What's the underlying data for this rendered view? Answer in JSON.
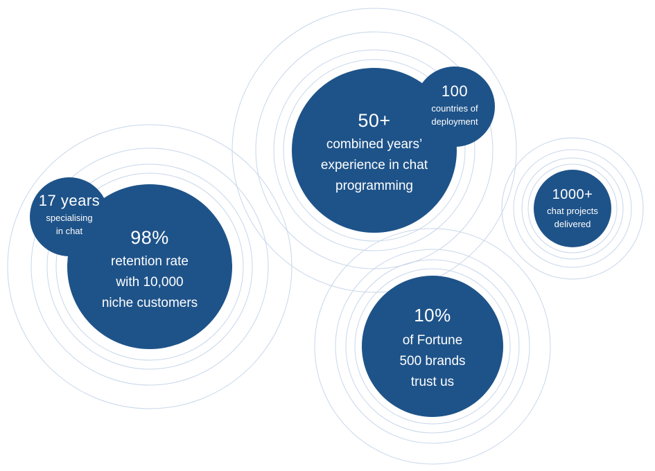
{
  "colors": {
    "circle_fill": "#1e5389",
    "ring_stroke": "#c7d6ea",
    "text": "#ffffff"
  },
  "stats": {
    "retention": {
      "value": "98%",
      "lines": [
        "retention rate",
        "with 10,000",
        "niche customers"
      ]
    },
    "years_specialising": {
      "value": "17 years",
      "lines": [
        "specialising",
        "in chat"
      ]
    },
    "combined_experience": {
      "value": "50+",
      "lines": [
        "combined years’",
        "experience in chat",
        "programming"
      ]
    },
    "countries": {
      "value": "100",
      "lines": [
        "countries of",
        "deployment"
      ]
    },
    "projects": {
      "value": "1000+",
      "lines": [
        "chat projects",
        "delivered"
      ]
    },
    "fortune": {
      "value": "10%",
      "lines": [
        "of Fortune",
        "500 brands",
        "trust us"
      ]
    }
  }
}
